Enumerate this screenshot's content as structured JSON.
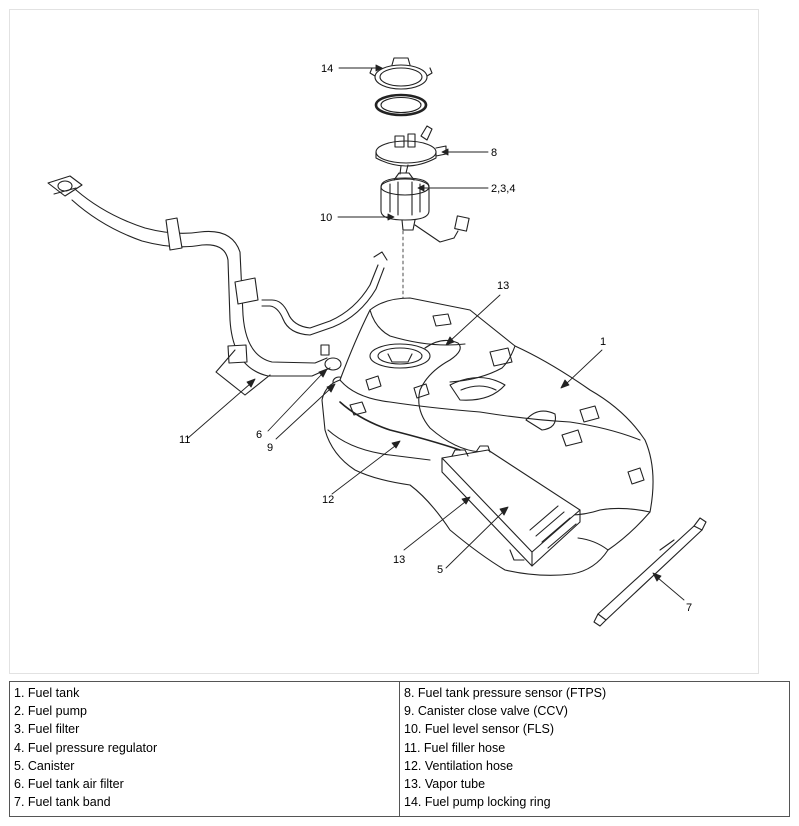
{
  "diagram": {
    "callouts": [
      "14",
      "8",
      "2,3,4",
      "10",
      "13",
      "1",
      "11",
      "6",
      "9",
      "12",
      "13",
      "5",
      "7"
    ]
  },
  "legend": {
    "left": [
      "1. Fuel tank",
      "2. Fuel pump",
      "3. Fuel filter",
      "4. Fuel pressure regulator",
      "5. Canister",
      "6. Fuel tank air filter",
      "7. Fuel tank band"
    ],
    "right": [
      "8. Fuel tank pressure sensor (FTPS)",
      "9. Canister close valve (CCV)",
      "10. Fuel level sensor (FLS)",
      "11. Fuel filler hose",
      "12. Ventilation hose",
      "13. Vapor tube",
      "14. Fuel pump locking ring"
    ]
  }
}
